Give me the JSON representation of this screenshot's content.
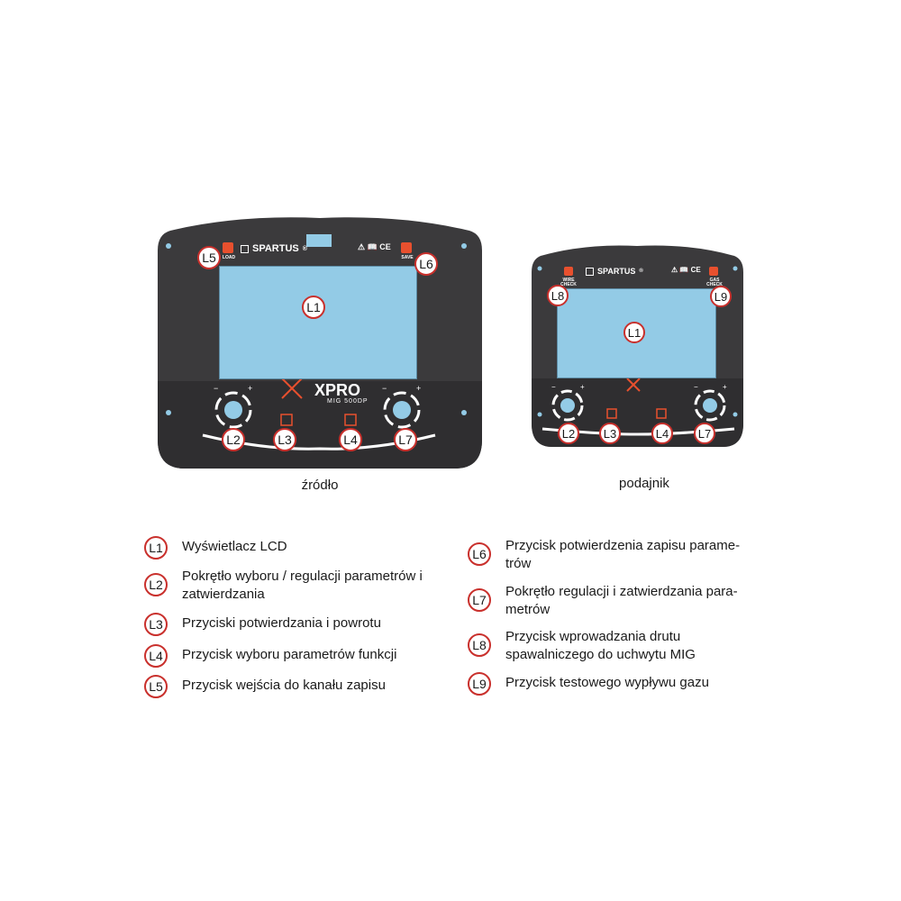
{
  "source_panel": {
    "caption": "źródło",
    "brand": "SPARTUS",
    "brand_mark": "®",
    "model": "XPRO",
    "model_sub": "MIG 500DP",
    "load_label": "LOAD",
    "save_label": "SAVE",
    "cert": "⚠ 📖 CE",
    "badges": [
      "L5",
      "L6",
      "L1",
      "L2",
      "L3",
      "L4",
      "L7"
    ]
  },
  "feeder_panel": {
    "caption": "podajnik",
    "brand": "SPARTUS",
    "brand_mark": "®",
    "wire_label": "WIRE CHECK",
    "gas_label": "GAS CHECK",
    "cert": "⚠ 📖 CE",
    "badges": [
      "L8",
      "L9",
      "L1",
      "L2",
      "L3",
      "L4",
      "L7"
    ]
  },
  "legend_left": [
    {
      "code": "L1",
      "text": "Wyświetlacz LCD"
    },
    {
      "code": "L2",
      "text": "Pokrętło wyboru / regulacji parametrów i zatwierdzania"
    },
    {
      "code": "L3",
      "text": "Przyciski potwierdzania i powrotu"
    },
    {
      "code": "L4",
      "text": "Przycisk wyboru parametrów funkcji"
    },
    {
      "code": "L5",
      "text": "Przycisk wejścia do kanału zapisu"
    }
  ],
  "legend_right": [
    {
      "code": "L6",
      "text": "Przycisk potwierdzenia zapisu parame-trów"
    },
    {
      "code": "L7",
      "text": "Pokrętło regulacji i zatwierdzania para-metrów"
    },
    {
      "code": "L8",
      "text": "Przycisk wprowadzania drutu spawalniczego do uchwytu MIG"
    },
    {
      "code": "L9",
      "text": "Przycisk testowego wypływu gazu"
    }
  ],
  "colors": {
    "panel": "#3b3a3c",
    "panel_dark": "#2e2d2f",
    "lcd": "#93cbe6",
    "badge_border": "#c9302c",
    "accent": "#e8502e"
  }
}
